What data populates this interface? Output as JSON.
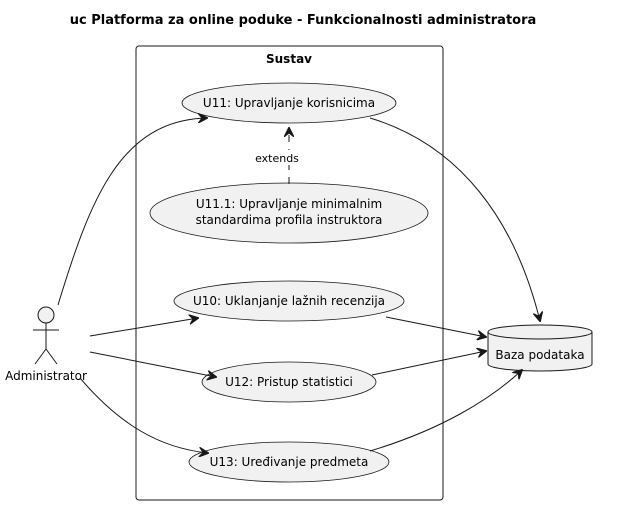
{
  "diagram": {
    "title": "uc Platforma za online poduke - Funkcionalnosti administratora",
    "system": {
      "label": "Sustav"
    },
    "actor": {
      "label": "Administrator"
    },
    "use_cases": {
      "u11": "U11: Upravljanje korisnicima",
      "u11_1": [
        "U11.1: Upravljanje minimalnim",
        "standardima profila instruktora"
      ],
      "u10": "U10: Uklanjanje lažnih recenzija",
      "u12": "U12: Pristup statistici",
      "u13": "U13: Uređivanje predmeta"
    },
    "database": {
      "label": "Baza podataka"
    },
    "relations": {
      "extends_label": "extends"
    }
  }
}
